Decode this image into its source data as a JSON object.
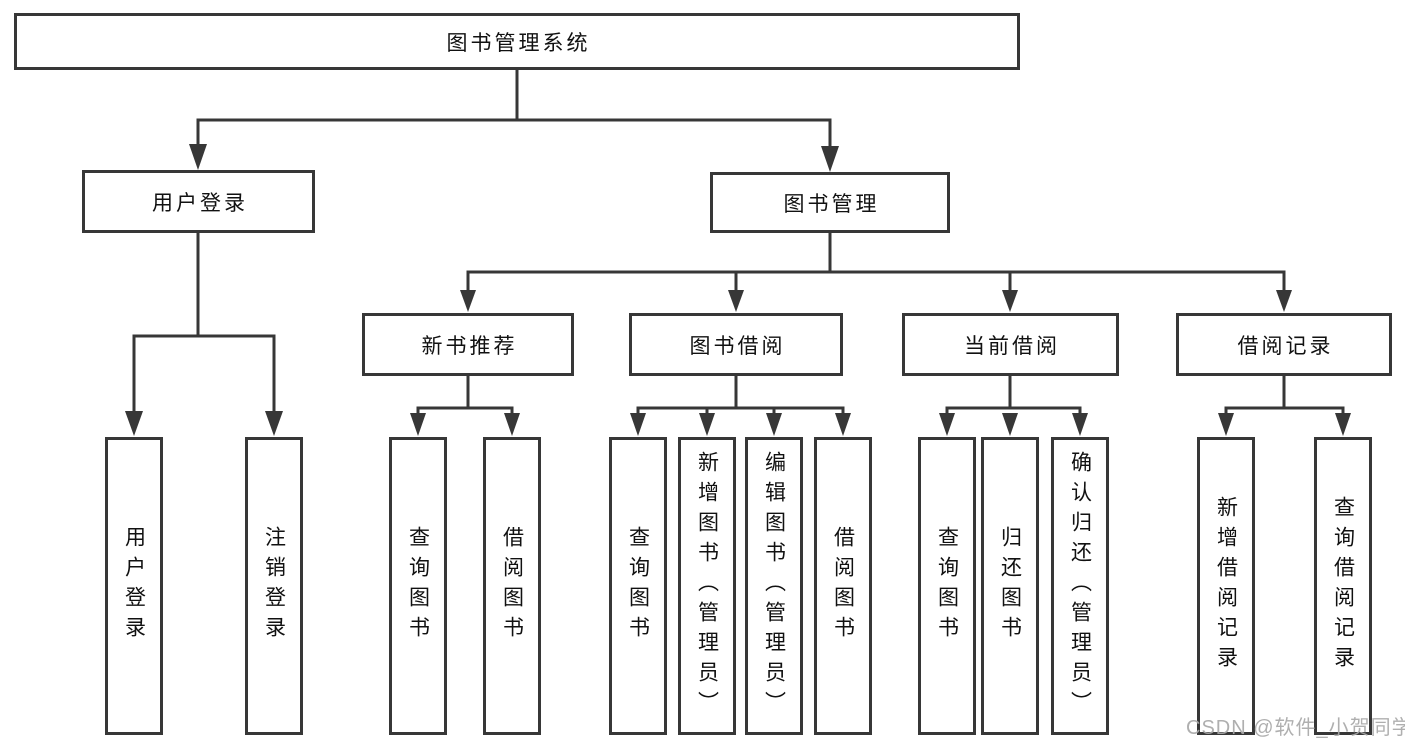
{
  "diagram": {
    "root": {
      "label": "图书管理系统"
    },
    "level2": [
      {
        "label": "用户登录",
        "children": [
          {
            "label": "用户登录"
          },
          {
            "label": "注销登录"
          }
        ]
      },
      {
        "label": "图书管理",
        "children": [
          {
            "label": "新书推荐",
            "children": [
              {
                "label": "查询图书"
              },
              {
                "label": "借阅图书"
              }
            ]
          },
          {
            "label": "图书借阅",
            "children": [
              {
                "label": "查询图书"
              },
              {
                "label": "新增图书（管理员）"
              },
              {
                "label": "编辑图书（管理员）"
              },
              {
                "label": "借阅图书"
              }
            ]
          },
          {
            "label": "当前借阅",
            "children": [
              {
                "label": "查询图书"
              },
              {
                "label": "归还图书"
              },
              {
                "label": "确认归还（管理员）"
              }
            ]
          },
          {
            "label": "借阅记录",
            "children": [
              {
                "label": "新增借阅记录"
              },
              {
                "label": "查询借阅记录"
              }
            ]
          }
        ]
      }
    ]
  },
  "watermark": {
    "text": "CSDN @软件_小贺同学"
  },
  "colors": {
    "line": "#373737",
    "box_border": "#373737",
    "box_fill": "#ffffff",
    "text": "#111111",
    "watermark": "#a8a8a8",
    "background": "#ffffff"
  }
}
